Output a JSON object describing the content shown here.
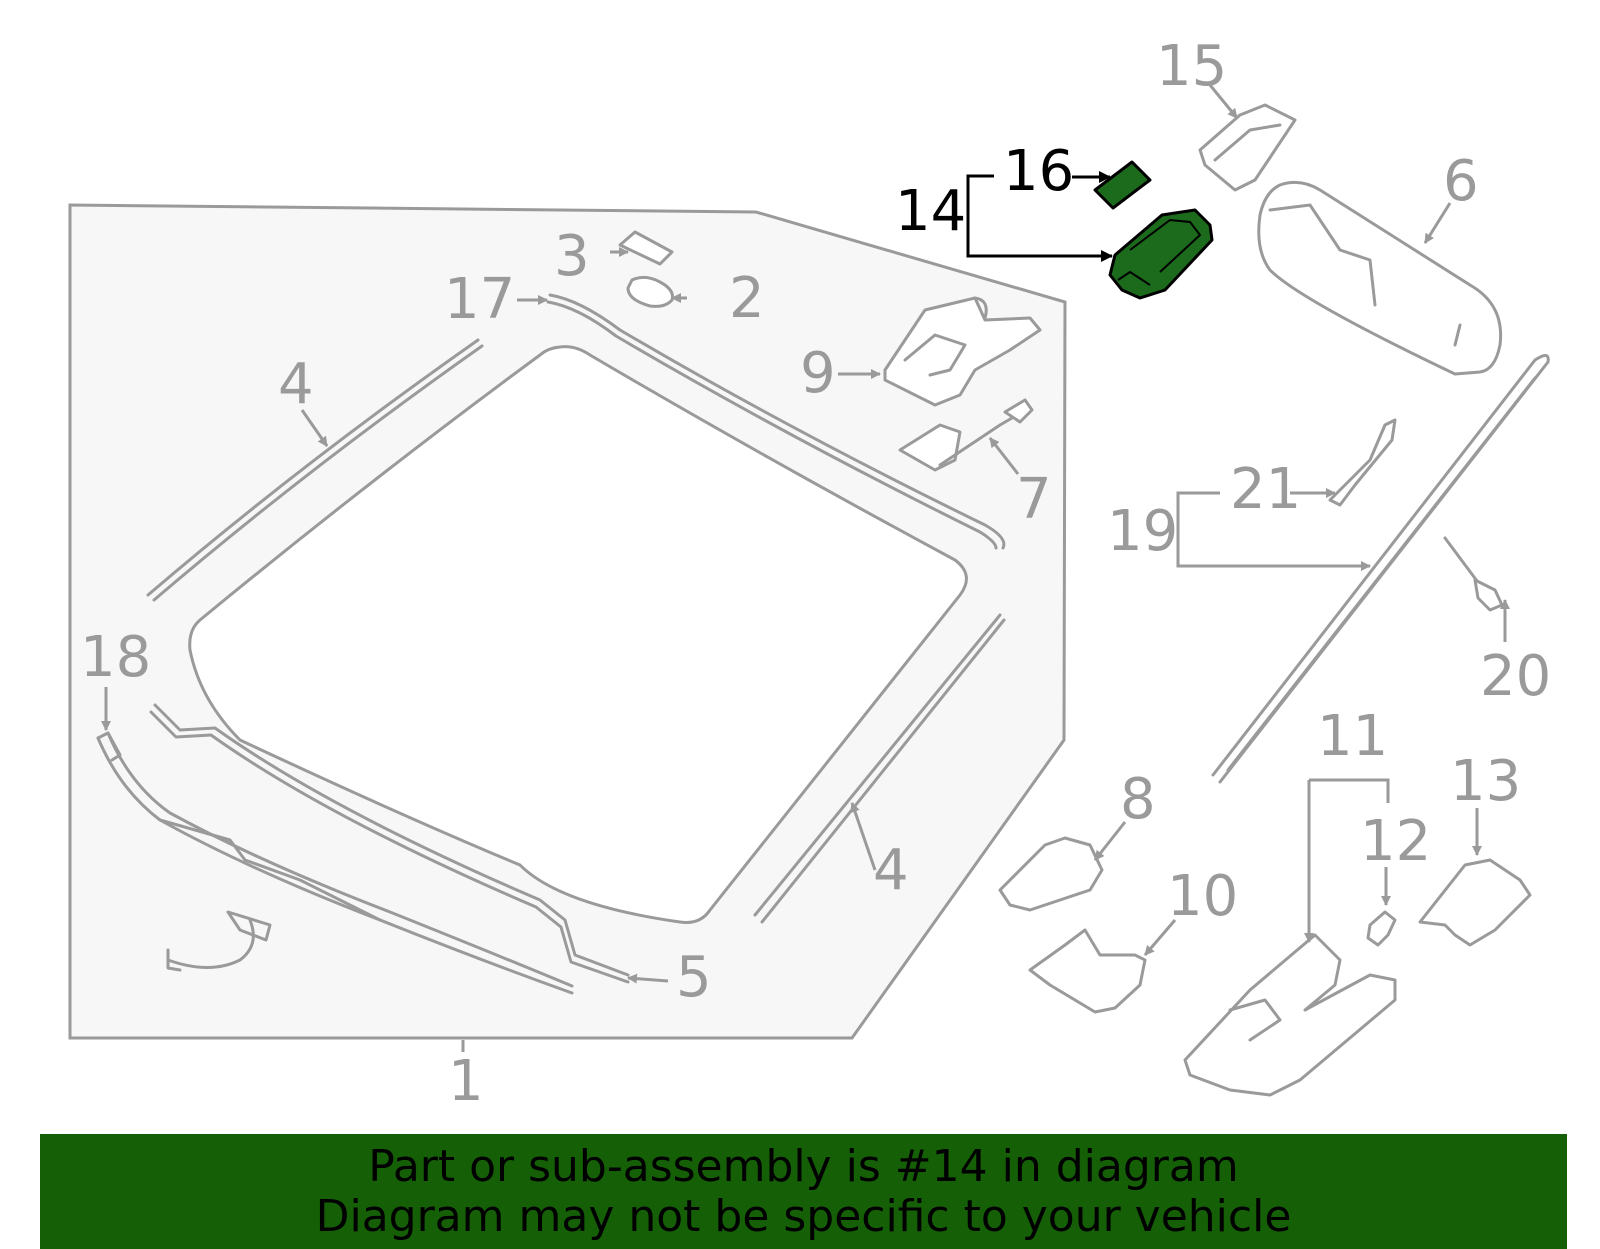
{
  "diagram": {
    "callouts": [
      "1",
      "2",
      "3",
      "4",
      "4",
      "5",
      "6",
      "7",
      "8",
      "9",
      "10",
      "11",
      "12",
      "13",
      "14",
      "15",
      "16",
      "17",
      "18",
      "19",
      "20",
      "21"
    ],
    "highlighted_part": "14",
    "colors": {
      "highlight": "#1c6b1c",
      "banner": "#156007",
      "line": "#9a9a9a",
      "active": "#000000"
    }
  },
  "banner": {
    "line1": "Part or sub-assembly is #14 in diagram",
    "line2": "Diagram may not be specific to your vehicle"
  }
}
